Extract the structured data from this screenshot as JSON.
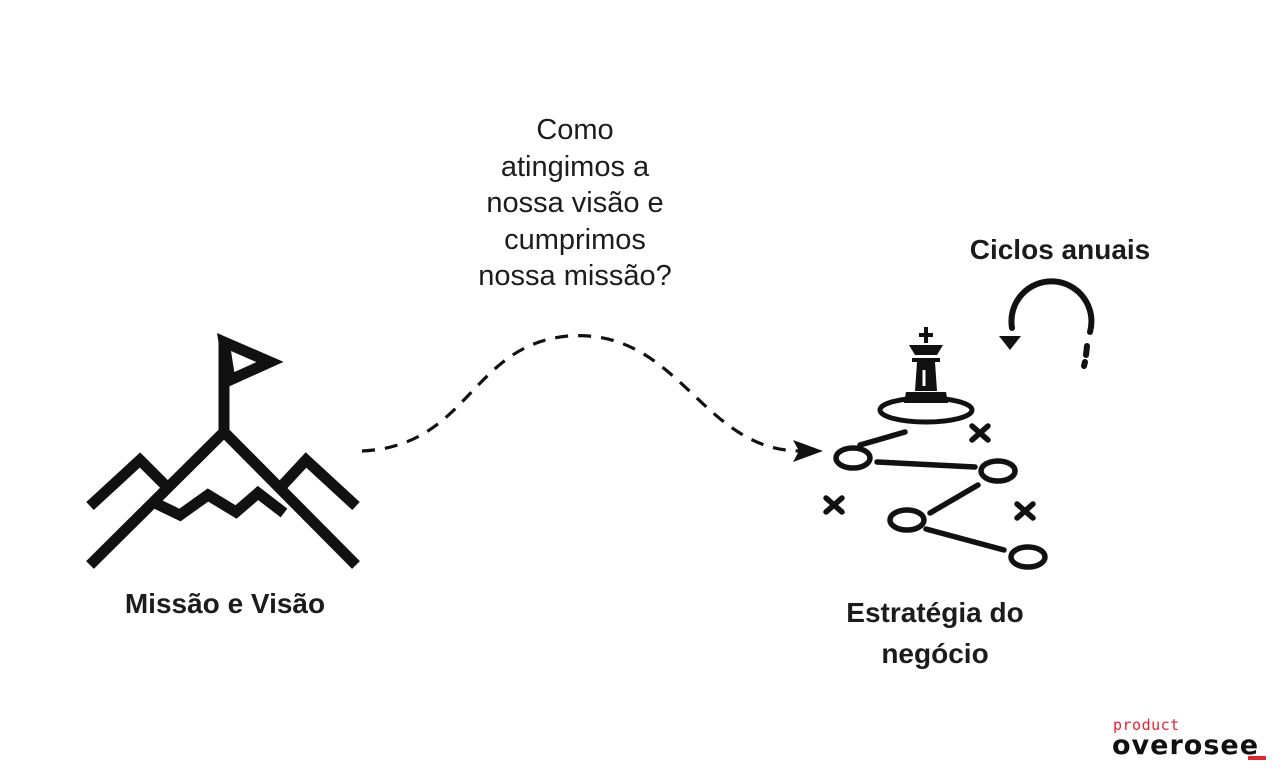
{
  "question": "Como\natingimos a\nnossa visão e\ncumprimos\nnossa missão?",
  "mission_label": "Missão e Visão",
  "strategy_label": "Estratégia do\nnegócio",
  "cycles_label": "Ciclos anuais",
  "icons": {
    "mountain": "mountain-flag-icon",
    "chess": "chess-king-icon",
    "cycle": "cycle-arrow-icon",
    "plan": "strategy-plan-icon"
  },
  "brand": {
    "top": "product",
    "bottom": "overosee"
  },
  "colors": {
    "ink": "#111111",
    "brand_red": "#e8232e"
  }
}
